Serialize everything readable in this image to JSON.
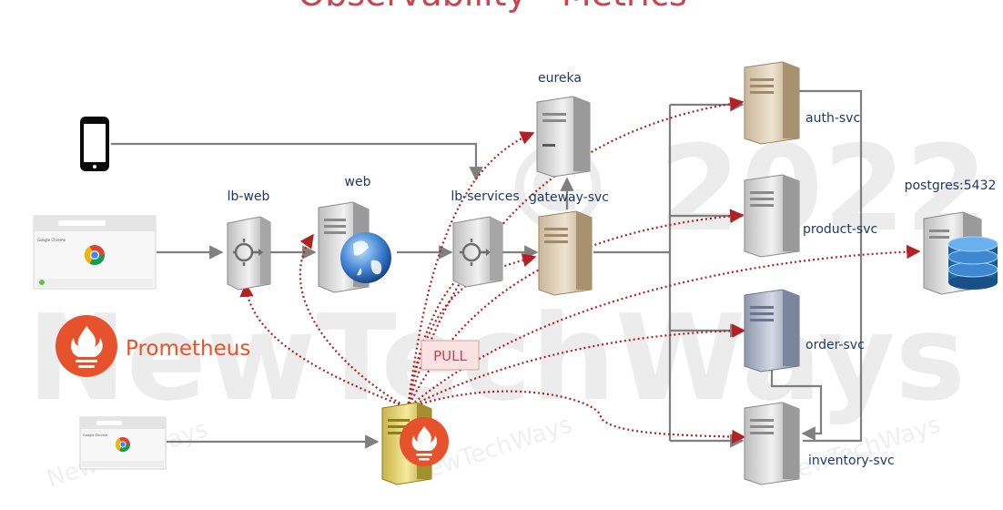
{
  "title": "Observability - Metrics",
  "watermark": {
    "copyright": "© 2022",
    "brand": "NewTechWays",
    "small": "NewTechWays"
  },
  "nodes": {
    "eureka": "eureka",
    "lb_web": "lb-web",
    "web": "web",
    "lb_services": "lb-services",
    "gateway_svc": "gateway-svc",
    "auth_svc": "auth-svc",
    "product_svc": "product-svc",
    "order_svc": "order-svc",
    "inventory_svc": "inventory-svc",
    "postgres": "postgres:5432"
  },
  "prometheus": {
    "name": "Prometheus"
  },
  "pull_label": "PULL",
  "browser": {
    "brand": "Google Chrome"
  },
  "colors": {
    "title": "#c8454f",
    "label": "#1f3864",
    "pull_arrow": "#b22222",
    "connector": "#7f7f7f",
    "prometheus": "#e6522c"
  },
  "icons": [
    "phone-icon",
    "browser-icon",
    "chrome-logo-icon",
    "load-balancer-icon",
    "server-icon",
    "globe-icon",
    "database-icon",
    "prometheus-flame-icon"
  ]
}
